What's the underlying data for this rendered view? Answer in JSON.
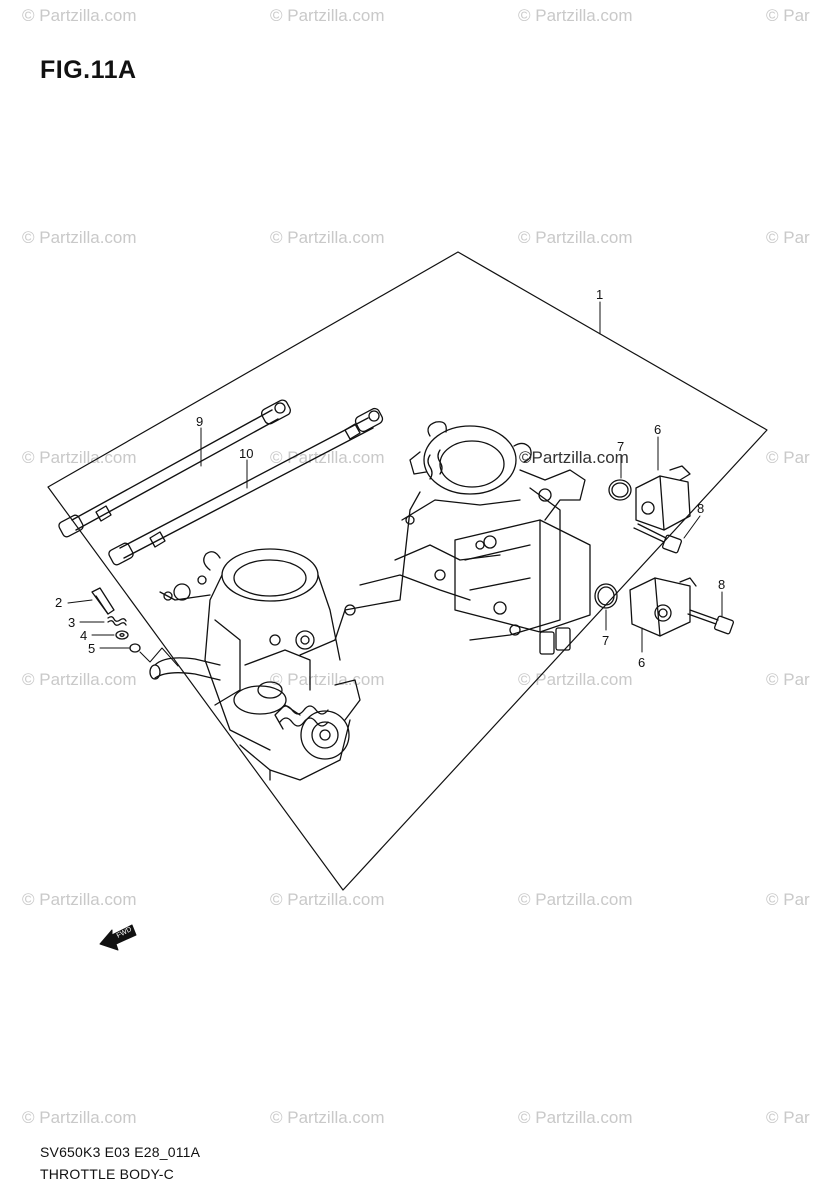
{
  "figure": {
    "title": "FIG.11A",
    "fwd_label": "FWD"
  },
  "callouts": [
    "1",
    "9",
    "10",
    "2",
    "3",
    "4",
    "5",
    "7",
    "6",
    "8",
    "8",
    "7",
    "6"
  ],
  "watermark": {
    "text": "© Partzilla.com",
    "text_truncated": "© Par"
  },
  "center_logo": "©Partzilla.com",
  "footer": {
    "model_code": "SV650K3 E03 E28_011A",
    "section_title": "THROTTLE BODY-C"
  }
}
